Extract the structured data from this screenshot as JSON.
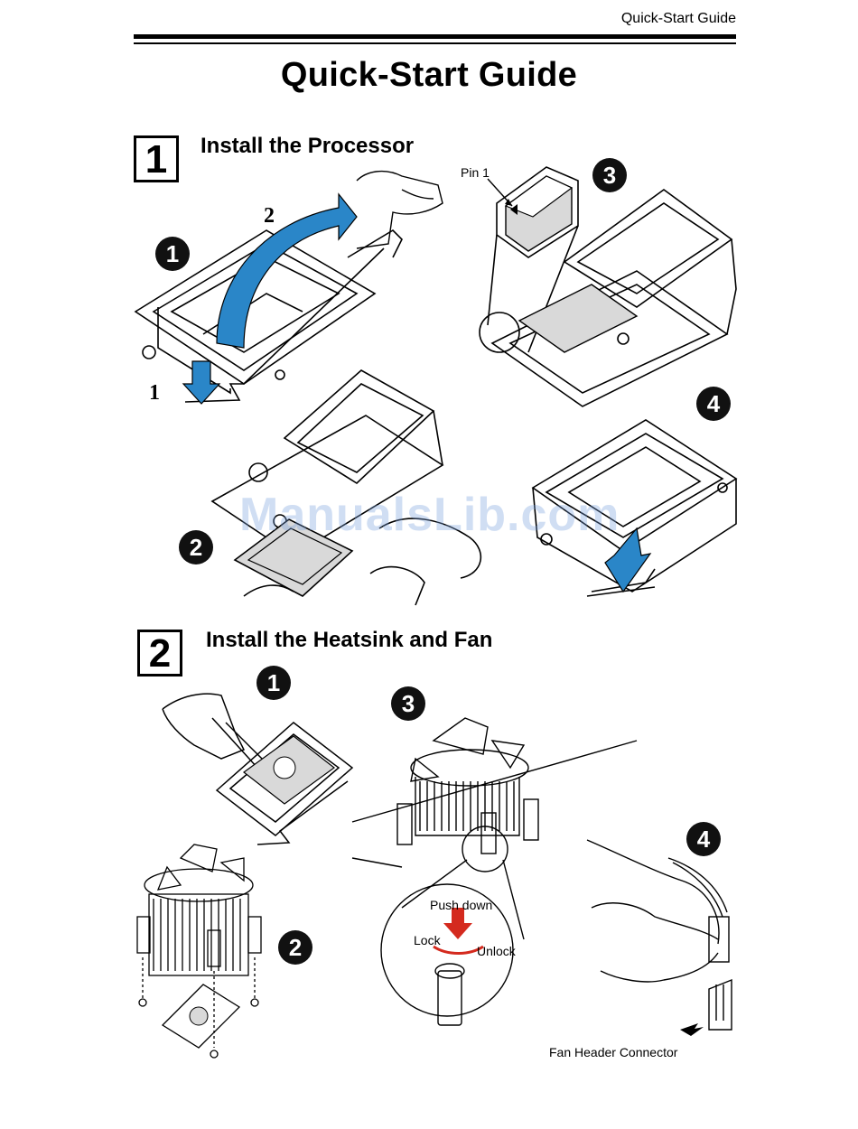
{
  "header": {
    "running_title": "Quick-Start Guide"
  },
  "page_title": "Quick-Start Guide",
  "section1": {
    "number": "1",
    "title": "Install the Processor",
    "badges": [
      "1",
      "2",
      "3",
      "4"
    ],
    "arrow_labels": [
      "1",
      "2"
    ],
    "callout": "Pin 1"
  },
  "section2": {
    "number": "2",
    "title": "Install the Heatsink and Fan",
    "badges": [
      "1",
      "2",
      "3",
      "4"
    ],
    "push_down": "Push down",
    "lock": "Lock",
    "unlock": "Unlock",
    "fan_header": "Fan Header Connector"
  },
  "watermark": "ManualsLib.com",
  "colors": {
    "arrow_blue": "#2a86c8",
    "lock_red": "#d42a1e",
    "socket_gray": "#d9d9d9"
  }
}
